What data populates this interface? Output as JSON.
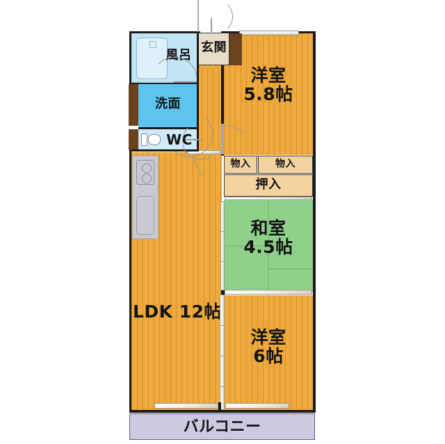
{
  "plan": {
    "type": "japanese-floor-plan",
    "layout_code": "3LDK",
    "background": "#ffffff"
  },
  "rooms": [
    {
      "id": "bath",
      "label": "風呂",
      "area": "",
      "color": "#c3e4f5"
    },
    {
      "id": "washroom",
      "label": "洗面",
      "area": "",
      "color": "#5cc4ef"
    },
    {
      "id": "toilet",
      "label": "WC",
      "area": "",
      "color": "#cfeaf8"
    },
    {
      "id": "entrance",
      "label": "玄関",
      "area": "",
      "color": "#e6ddc8"
    },
    {
      "id": "western-1",
      "label": "洋室",
      "area": "5.8帖",
      "color": "#efa93c"
    },
    {
      "id": "japanese",
      "label": "和室",
      "area": "4.5帖",
      "color": "#8fd18a"
    },
    {
      "id": "western-2",
      "label": "洋室",
      "area": "6帖",
      "color": "#efa93c"
    },
    {
      "id": "ldk",
      "label": "LDK 12帖",
      "area": "",
      "color": "#efa93c"
    },
    {
      "id": "balcony",
      "label": "バルコニー",
      "area": "",
      "color": "#cfc8e2"
    }
  ],
  "storage": [
    {
      "id": "monoire-left",
      "label": "物入",
      "color": "#f5d3a0"
    },
    {
      "id": "monoire-right",
      "label": "物入",
      "color": "#f5d3a0"
    },
    {
      "id": "oshiire",
      "label": "押入",
      "color": "#f5d3a0"
    }
  ],
  "fixtures": [
    {
      "id": "bathtub",
      "name": "bathtub"
    },
    {
      "id": "stove",
      "name": "stove-two-burner"
    },
    {
      "id": "sink",
      "name": "kitchen-sink"
    },
    {
      "id": "toilet",
      "name": "toilet"
    },
    {
      "id": "shoe-box",
      "name": "shoe-cabinet"
    }
  ],
  "colors": {
    "wood_floor": "#efa93c",
    "tatami_green": "#8fd18a",
    "bath_blue": "#c3e4f5",
    "wash_blue": "#5cc4ef",
    "wc_blue": "#cfeaf8",
    "genkan_beige": "#e6ddc8",
    "closet_tan": "#f5d3a0",
    "balcony_purple": "#cfc8e2",
    "wall_black": "#1a1a1a",
    "wall_brown": "#6b4220",
    "fixture_gray": "#c9c9d2"
  }
}
